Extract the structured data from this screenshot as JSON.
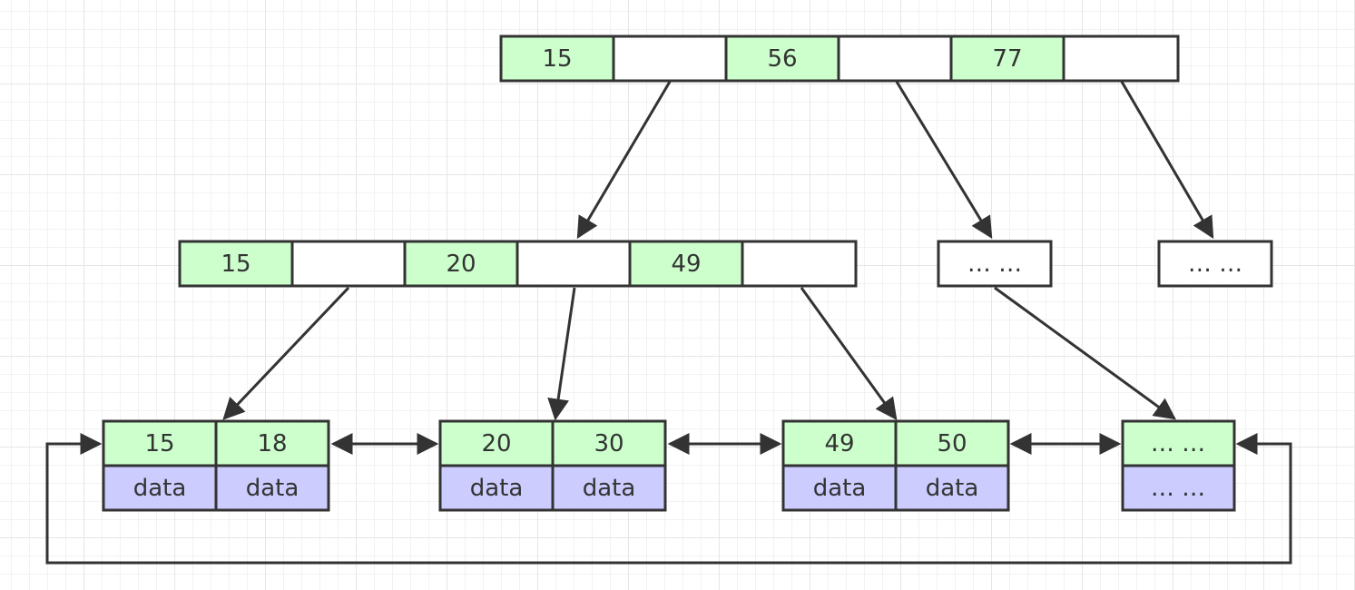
{
  "colors": {
    "key": "#ccffcc",
    "empty": "#ffffff",
    "data": "#ccccff",
    "stroke": "#333333",
    "text": "#333333"
  },
  "root": {
    "keys": [
      "15",
      "56",
      "77"
    ]
  },
  "internal": {
    "keys": [
      "15",
      "20",
      "49"
    ],
    "placeholders": [
      "… …",
      "… …"
    ]
  },
  "leaves": [
    {
      "keys": [
        "15",
        "18"
      ],
      "values": [
        "data",
        "data"
      ]
    },
    {
      "keys": [
        "20",
        "30"
      ],
      "values": [
        "data",
        "data"
      ]
    },
    {
      "keys": [
        "49",
        "50"
      ],
      "values": [
        "data",
        "data"
      ]
    },
    {
      "keys": [
        "… …"
      ],
      "values": [
        "… …"
      ]
    }
  ]
}
